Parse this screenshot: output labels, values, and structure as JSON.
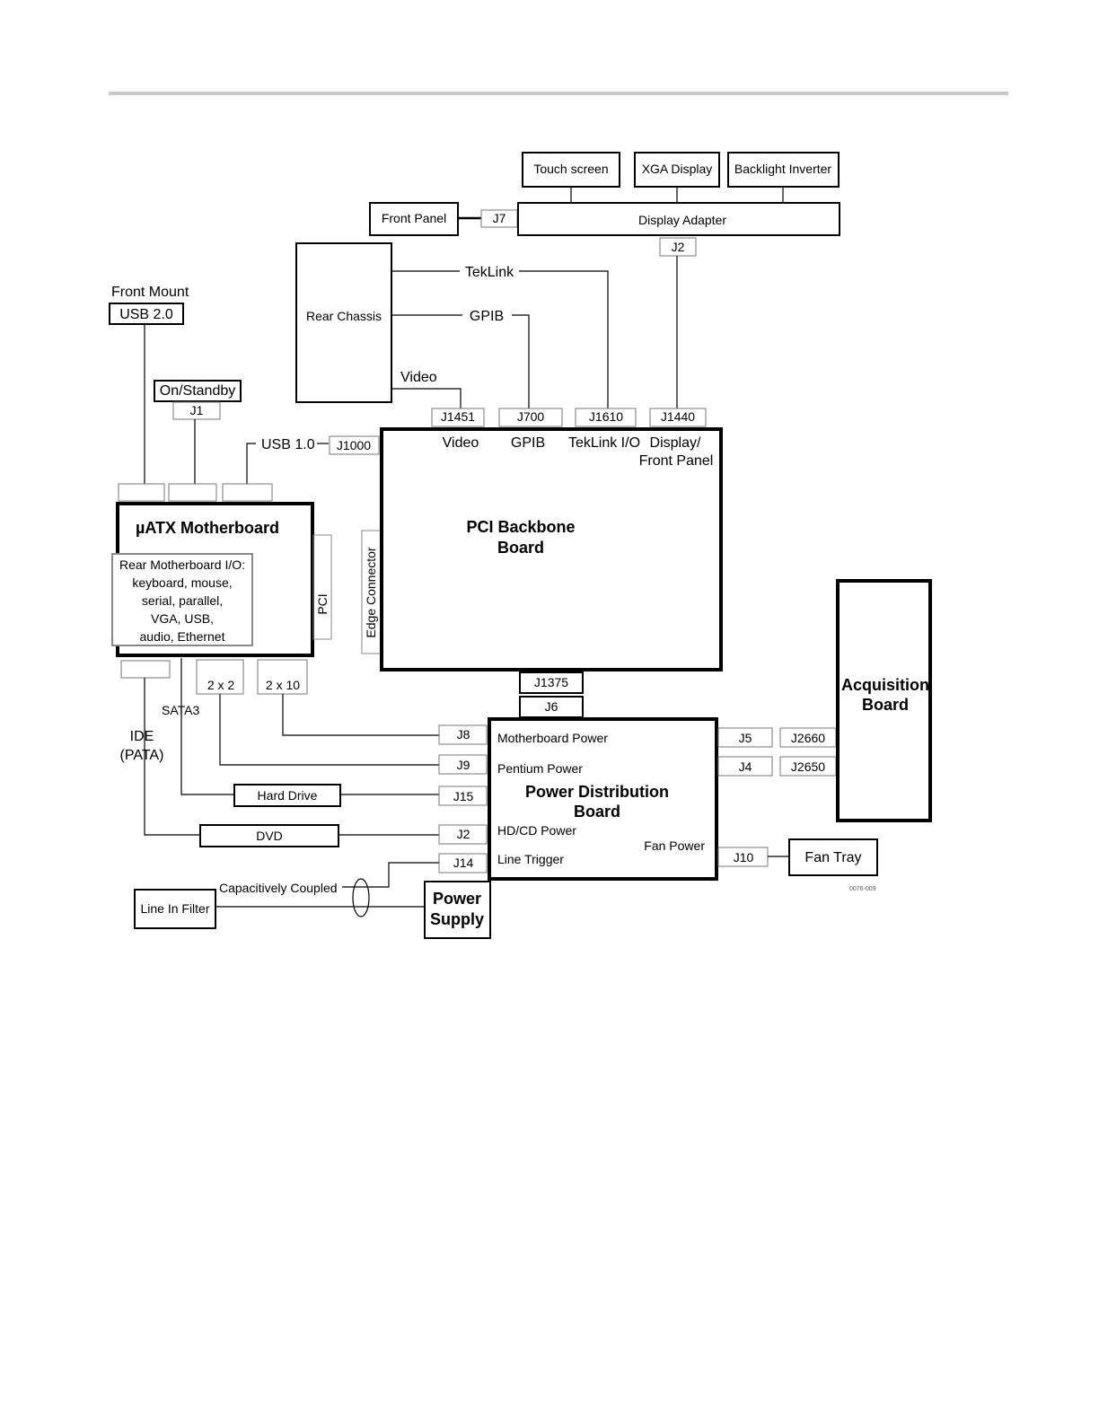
{
  "diagram": {
    "touch_screen": "Touch screen",
    "xga_display": "XGA Display",
    "backlight_inverter": "Backlight Inverter",
    "front_panel": "Front Panel",
    "display_adapter": "Display Adapter",
    "j7": "J7",
    "j2_top": "J2",
    "rear_chassis": "Rear Chassis",
    "teklink": "TekLink",
    "gpib": "GPIB",
    "video": "Video",
    "front_mount": "Front Mount",
    "usb20": "USB 2.0",
    "on_standby": "On/Standby",
    "j1": "J1",
    "usb10": "USB 1.0",
    "j1000": "J1000",
    "j1451": "J1451",
    "j700": "J700",
    "j1610": "J1610",
    "j1440": "J1440",
    "video_port": "Video",
    "gpib_port": "GPIB",
    "teklink_io": "TekLink I/O",
    "display_line1": "Display/",
    "display_line2": "Front Panel",
    "motherboard": "µATX Motherboard",
    "rear_io_1": "Rear Motherboard I/O:",
    "rear_io_2": "keyboard, mouse,",
    "rear_io_3": "serial, parallel,",
    "rear_io_4": "VGA, USB,",
    "rear_io_5": "audio, Ethernet",
    "pci": "PCI",
    "edge_connector": "Edge Connector",
    "pci_backbone_1": "PCI  Backbone",
    "pci_backbone_2": "Board",
    "j1375": "J1375",
    "j6": "J6",
    "two_by_two": "2 x 2",
    "two_by_ten": "2 x 10",
    "sata3": "SATA3",
    "ide": "IDE",
    "pata": "(PATA)",
    "acq_1": "Acquisition",
    "acq_2": "Board",
    "j8": "J8",
    "j9": "J9",
    "j15": "J15",
    "j2": "J2",
    "j14": "J14",
    "mb_power": "Motherboard Power",
    "pentium_power": "Pentium Power",
    "pdb_1": "Power Distribution",
    "pdb_2": "Board",
    "hdcd_power": "HD/CD Power",
    "fan_power": "Fan Power",
    "line_trigger": "Line Trigger",
    "j5": "J5",
    "j4": "J4",
    "j2660": "J2660",
    "j2650": "J2650",
    "j10": "J10",
    "fan_tray": "Fan Tray",
    "hard_drive": "Hard Drive",
    "dvd": "DVD",
    "cap_coupled": "Capacitively Coupled",
    "line_in_filter": "Line In Filter",
    "power_supply_1": "Power",
    "power_supply_2": "Supply",
    "figure_code": "0076-009"
  }
}
